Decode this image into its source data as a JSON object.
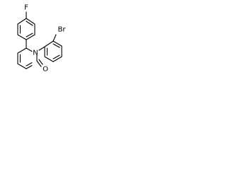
{
  "molecule": {
    "atoms": {
      "fluorine": "F",
      "bromine": "Br",
      "nitrogen": "N",
      "oxygen": "O"
    },
    "colors": {
      "bond": "#000000",
      "label": "#000000",
      "background": "#ffffff"
    }
  }
}
